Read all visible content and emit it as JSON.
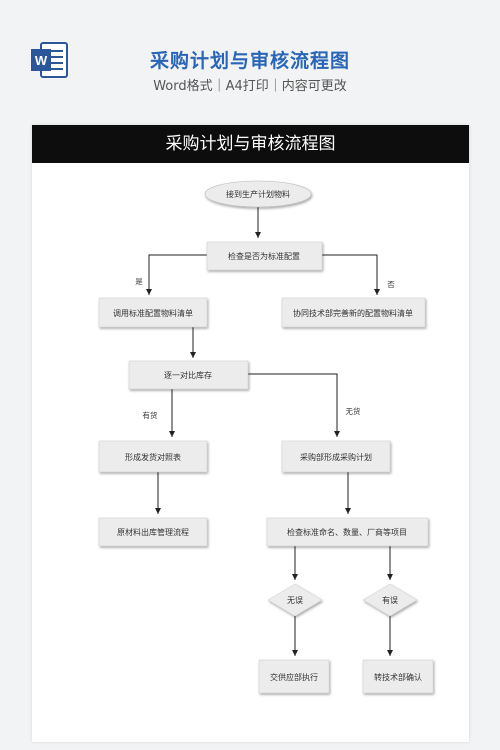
{
  "header": {
    "title": "采购计划与审核流程图",
    "subtitle": "Word格式｜A4打印｜内容可更改",
    "icon": "word-icon",
    "icon_letter": "W"
  },
  "document": {
    "title": "采购计划与审核流程图",
    "nodes": {
      "start": "接到生产计划物料",
      "check_standard": "检查是否为标准配置",
      "call_list": "调用标准配置物料清单",
      "tech_list": "协同技术部完善新的配置物料清单",
      "compare": "逐一对比库存",
      "shipping_table": "形成发货对照表",
      "purchase_plan": "采购部形成采购计划",
      "outbound": "原材料出库管理流程",
      "check_items": "检查标准命名、数量、厂商等项目",
      "no_error": "无误",
      "has_error": "有误",
      "supplier": "交供应部执行",
      "tech_confirm": "转技术部确认"
    },
    "edge_labels": {
      "yes": "是",
      "no": "否",
      "in_stock": "有货",
      "out_of_stock": "无货"
    }
  }
}
